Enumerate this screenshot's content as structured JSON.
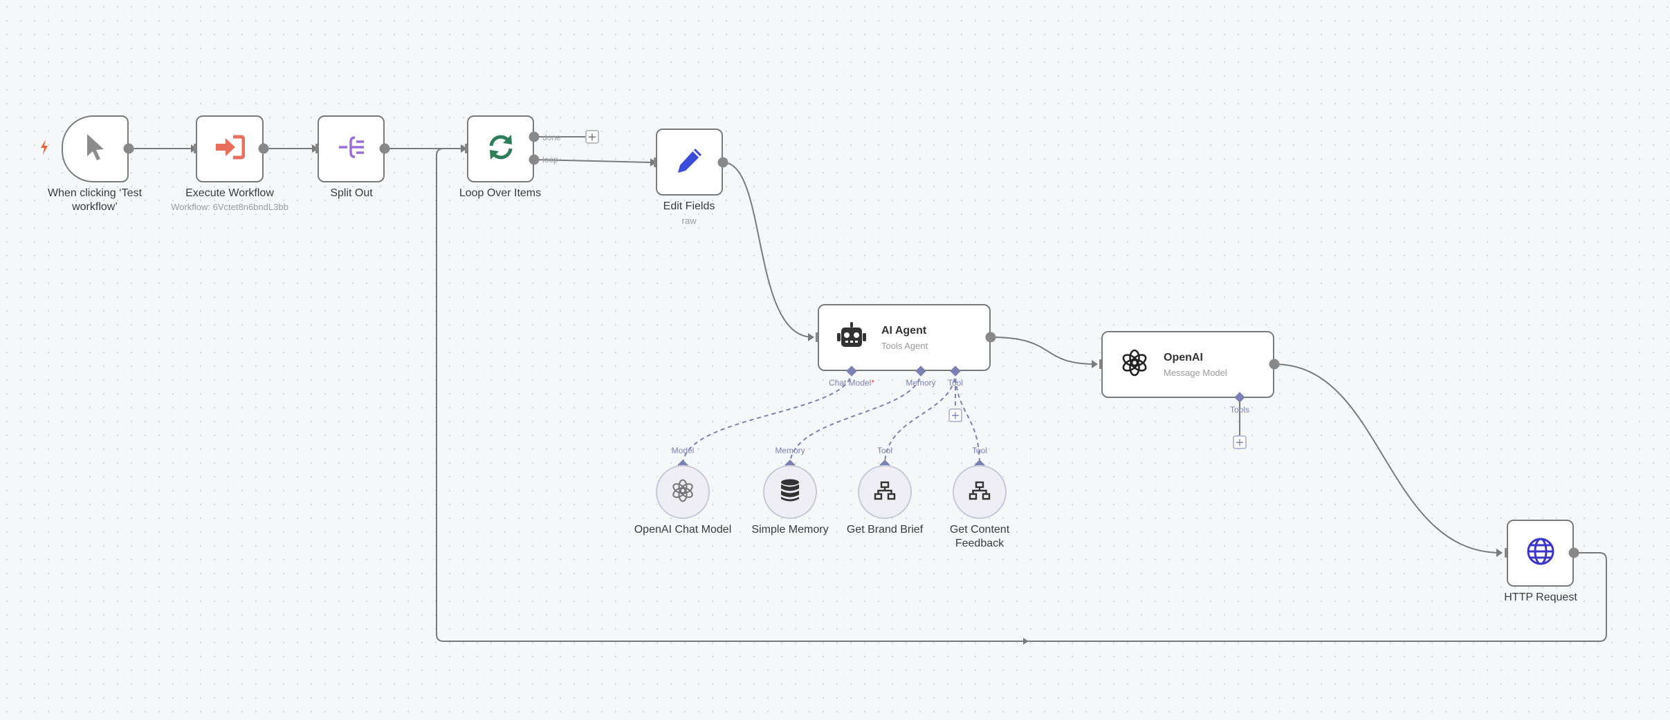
{
  "colors": {
    "canvas_bg": "#f6f7f9",
    "node_border": "#7a7a7a",
    "connection": "#7a7a7a",
    "ai_connection": "#7b80b3",
    "trigger_accent": "#e8643c",
    "execute_icon": "#ea6e5c",
    "split_icon": "#9b6dd6",
    "loop_icon": "#2e7d5b",
    "edit_icon": "#3b4cdb",
    "http_icon": "#3b35c9",
    "required_marker": "#e0445a"
  },
  "nodes": {
    "trigger": {
      "label": "When clicking ‘Test workflow’",
      "icon": "cursor-arrow-icon",
      "badge_icon": "lightning-icon"
    },
    "execute": {
      "label": "Execute Workflow",
      "sublabel": "Workflow: 6Vctet8n6bndL3bb",
      "icon": "sign-in-arrow-icon"
    },
    "split": {
      "label": "Split Out",
      "icon": "split-out-icon"
    },
    "loop": {
      "label": "Loop Over Items",
      "icon": "sync-icon",
      "outputs": {
        "done": "done",
        "loop": "loop"
      }
    },
    "edit": {
      "label": "Edit Fields",
      "sublabel": "raw",
      "icon": "pen-icon"
    },
    "agent": {
      "title": "AI Agent",
      "subtitle": "Tools Agent",
      "icon": "robot-icon",
      "ports": {
        "chat_model": "Chat Model",
        "required_mark": "*",
        "memory": "Memory",
        "tool": "Tool"
      }
    },
    "openai": {
      "title": "OpenAI",
      "subtitle": "Message Model",
      "icon": "openai-logo-icon",
      "ports": {
        "tools": "Tools"
      }
    },
    "http": {
      "label": "HTTP Request",
      "icon": "globe-icon"
    },
    "chat_model": {
      "label": "OpenAI Chat Model",
      "port": "Model",
      "icon": "openai-logo-icon"
    },
    "memory": {
      "label": "Simple Memory",
      "port": "Memory",
      "icon": "database-icon"
    },
    "brand_brief": {
      "label": "Get Brand Brief",
      "port": "Tool",
      "icon": "sitemap-icon"
    },
    "content_feedback": {
      "label": "Get Content Feedback",
      "port": "Tool",
      "icon": "sitemap-icon"
    }
  }
}
